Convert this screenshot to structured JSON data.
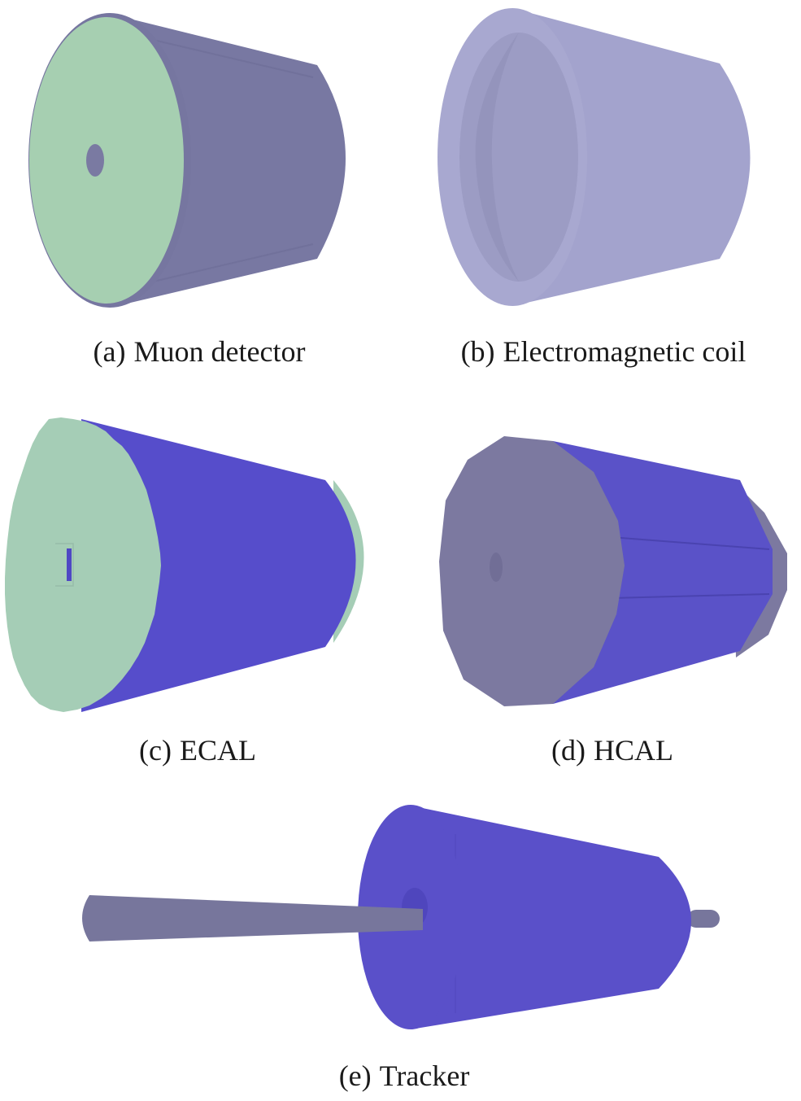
{
  "figure": {
    "panels": [
      {
        "id": "a",
        "tag": "(a)",
        "label": "Muon detector"
      },
      {
        "id": "b",
        "tag": "(b)",
        "label": "Electromagnetic coil"
      },
      {
        "id": "c",
        "tag": "(c)",
        "label": "ECAL"
      },
      {
        "id": "d",
        "tag": "(d)",
        "label": "HCAL"
      },
      {
        "id": "e",
        "tag": "(e)",
        "label": "Tracker"
      }
    ]
  },
  "colors": {
    "muon_body": "#7878a2",
    "muon_face": "#a6cfb1",
    "coil": "#a3a3cd",
    "coil_inner": "#9c9cc4",
    "ecal_body": "#564dcb",
    "ecal_face": "#a5cdb6",
    "hcal_body": "#5a52c8",
    "hcal_shell": "#7c79a0",
    "tracker_body": "#5a50c9",
    "beampipe": "#77769c"
  }
}
